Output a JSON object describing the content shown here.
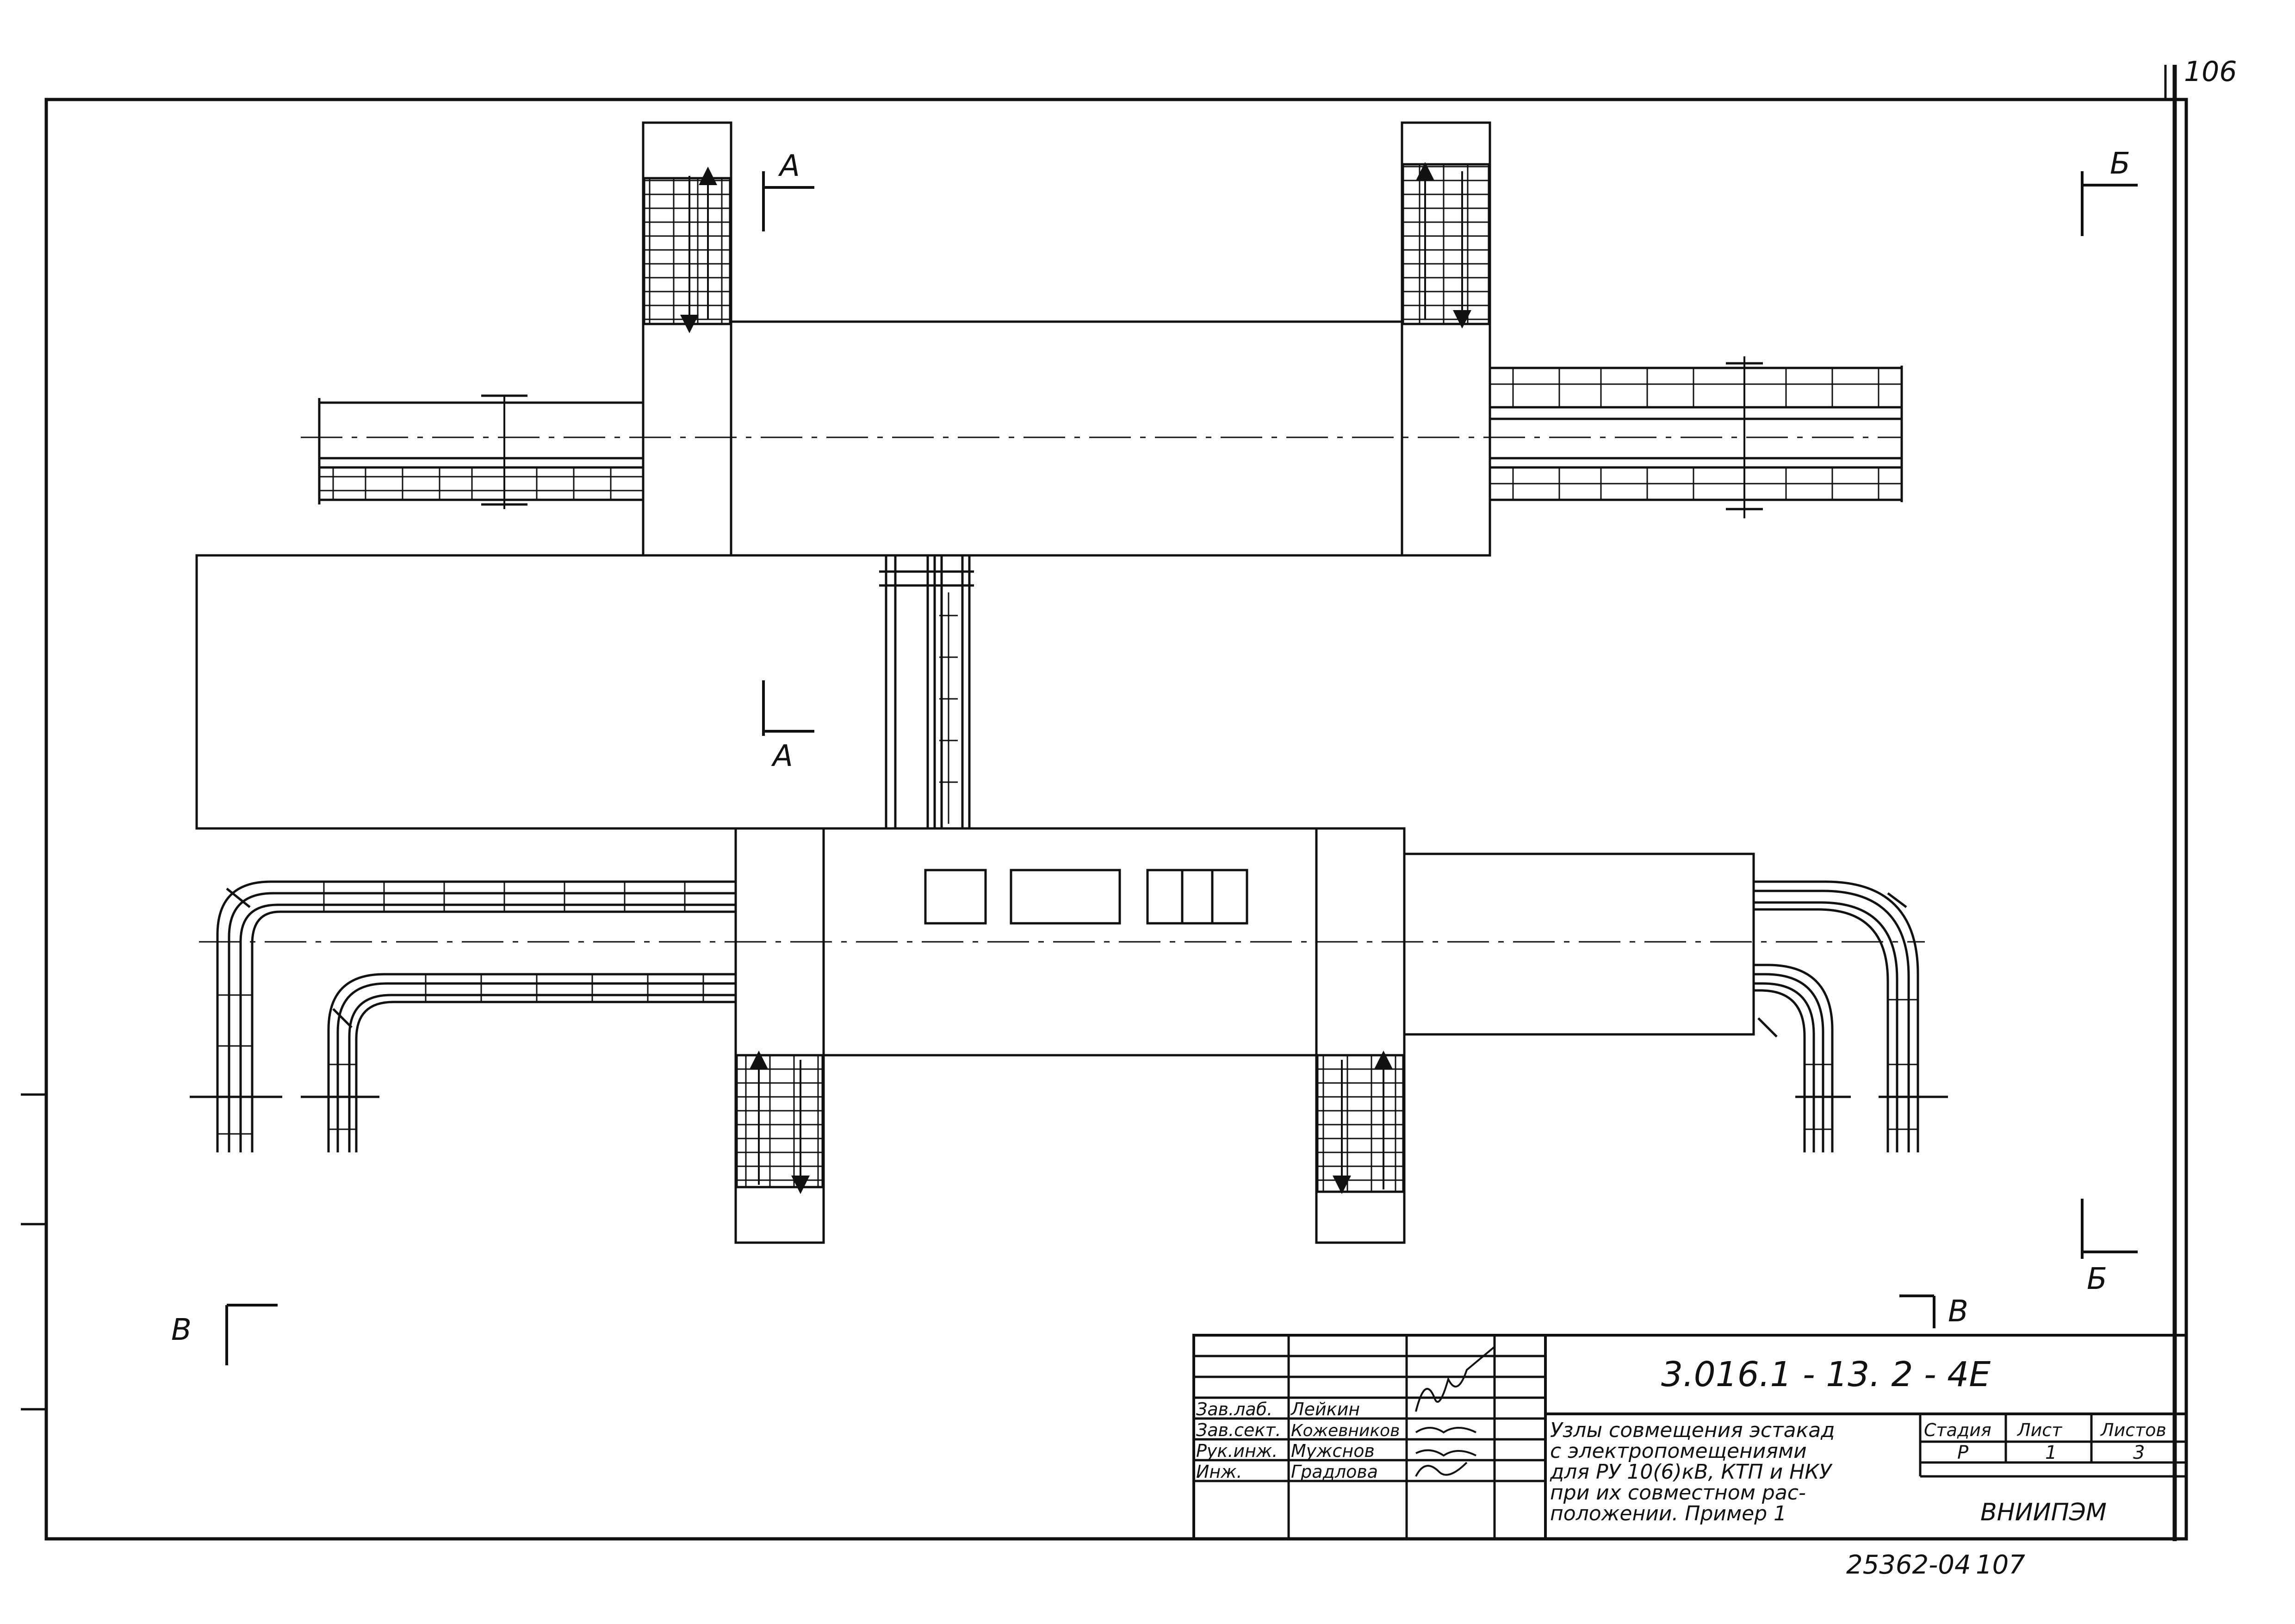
{
  "sheet": {
    "page_number_top": "106",
    "page_number_bottom": "107",
    "archive_code": "25362-04"
  },
  "section_marks": {
    "a_top": "А",
    "a_bottom": "А",
    "b_top": "Б",
    "b_bottom": "Б",
    "v_left": "В",
    "v_right": "В"
  },
  "title_block": {
    "document_code": "3.016.1 - 13. 2  - 4Е",
    "title_lines": [
      "Узлы совмещения эстакад",
      "с электропомещениями",
      "для РУ 10(6)кВ, КТП и НКУ",
      "при их совместном рас-",
      "положении. Пример 1"
    ],
    "head_stage": "Стадия",
    "head_sheet": "Лист",
    "head_sheets": "Листов",
    "stage": "Р",
    "sheet": "1",
    "sheets": "3",
    "organization": "ВНИИПЭМ",
    "roles": [
      "Зав.лаб.",
      "Зав.сект.",
      "Рук.инж.",
      "Инж."
    ],
    "names": [
      "Лейкин",
      "Кожевников",
      "Мужснов",
      "Градлова"
    ]
  },
  "colors": {
    "ink": "#111111",
    "paper": "#ffffff"
  }
}
